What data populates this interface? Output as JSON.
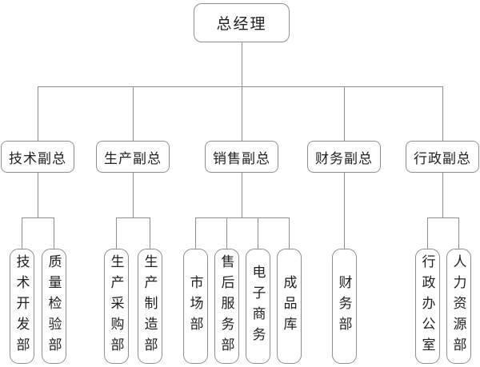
{
  "org_chart": {
    "title": "company-organization-chart",
    "colors": {
      "background": "#ffffff",
      "box_border": "#8e8e8e",
      "connector_line": "#8e8e8e",
      "text": "#1f1f1f"
    },
    "root": {
      "label": "总经理",
      "children": [
        {
          "label": "技术副总",
          "children": [
            {
              "label": "技术开发部"
            },
            {
              "label": "质量检验部"
            }
          ]
        },
        {
          "label": "生产副总",
          "children": [
            {
              "label": "生产采购部"
            },
            {
              "label": "生产制造部"
            }
          ]
        },
        {
          "label": "销售副总",
          "children": [
            {
              "label": "市场部"
            },
            {
              "label": "售后服务部"
            },
            {
              "label": "电子商务"
            },
            {
              "label": "成品库"
            }
          ]
        },
        {
          "label": "财务副总",
          "children": [
            {
              "label": "财务部"
            }
          ]
        },
        {
          "label": "行政副总",
          "children": [
            {
              "label": "行政办公室"
            },
            {
              "label": "人力资源部"
            }
          ]
        }
      ]
    }
  }
}
